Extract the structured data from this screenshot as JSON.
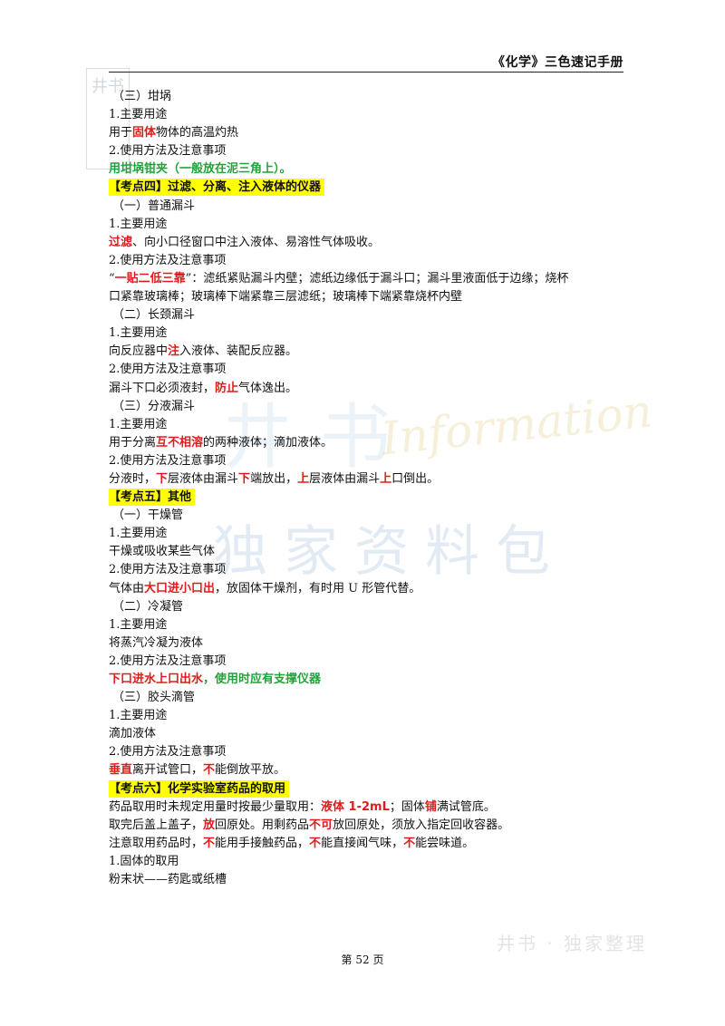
{
  "header": {
    "title": "《化学》三色速记手册"
  },
  "watermark": {
    "mark": "井书",
    "big_top": "井书",
    "script": "Information",
    "big": "独家资料包",
    "bottom": "井书 · 独家整理"
  },
  "content": {
    "crucible_title": "（三）坩埚",
    "crucible_use_h": "1.主要用途",
    "crucible_use_a": "用于",
    "crucible_use_b": "固体",
    "crucible_use_c": "物体的高温灼热",
    "crucible_method_h": "2.使用方法及注意事项",
    "crucible_method": "用坩埚钳夹（一般放在泥三角上）。",
    "k4_title": "【考点四】过滤、分离、注入液体的仪器",
    "funnel_title": "（一）普通漏斗",
    "funnel_use_h": "1.主要用途",
    "funnel_use_a": "过滤",
    "funnel_use_b": "、向小口径窗口中注入液体、易溶性气体吸收。",
    "funnel_method_h": "2.使用方法及注意事项",
    "funnel_m1_a": "“",
    "funnel_m1_b": "一贴二低三靠",
    "funnel_m1_c": "”：滤纸紧贴漏斗内壁；滤纸边缘低于漏斗口；漏斗里液面低于边缘；烧杯",
    "funnel_m2": "口紧靠玻璃棒；玻璃棒下端紧靠三层滤纸；玻璃棒下端紧靠烧杯内壁",
    "long_title": "（二）长颈漏斗",
    "long_use_h": "1.主要用途",
    "long_use_a": "向反应器中",
    "long_use_b": "注",
    "long_use_c": "入液体、装配反应器。",
    "long_method_h": "2.使用方法及注意事项",
    "long_m_a": "漏斗下口必须液封，",
    "long_m_b": "防止",
    "long_m_c": "气体逸出。",
    "sep_title": "（三）分液漏斗",
    "sep_use_h": "1.主要用途",
    "sep_use_a": "用于分离",
    "sep_use_b": "互不相溶",
    "sep_use_c": "的两种液体；滴加液体。",
    "sep_method_h": "2.使用方法及注意事项",
    "sep_m_a": "分液时，",
    "sep_m_b": "下",
    "sep_m_c": "层液体由漏斗",
    "sep_m_d": "下",
    "sep_m_e": "端放出，",
    "sep_m_f": "上",
    "sep_m_g": "层液体由漏斗",
    "sep_m_h": "上",
    "sep_m_i": "口倒出。",
    "k5_title": "【考点五】其他",
    "dry_title": "（一）干燥管",
    "dry_use_h": "1.主要用途",
    "dry_use": "干燥或吸收某些气体",
    "dry_method_h": "2.使用方法及注意事项",
    "dry_m_a": "气体由",
    "dry_m_b": "大口进小口出",
    "dry_m_c": "，放固体干燥剂，有时用 U 形管代替。",
    "cond_title": "（二）冷凝管",
    "cond_use_h": "1.主要用途",
    "cond_use": "将蒸汽冷凝为液体",
    "cond_method_h": "2.使用方法及注意事项",
    "cond_m_a": "下口进水上口出水",
    "cond_m_b": "，使用时应有支撑仪器",
    "drop_title": "（三）胶头滴管",
    "drop_use_h": "1.主要用途",
    "drop_use": "滴加液体",
    "drop_method_h": "2.使用方法及注意事项",
    "drop_m_a": "垂直",
    "drop_m_b": "离开试管口，",
    "drop_m_c": "不",
    "drop_m_d": "能倒放平放。",
    "k6_title": "【考点六】化学实验室药品的取用",
    "k6_l1_a": "药品取用时未规定用量时按最少量取用：",
    "k6_l1_b": "液体 1-2mL",
    "k6_l1_c": "；固体",
    "k6_l1_d": "铺",
    "k6_l1_e": "满试管底。",
    "k6_l2_a": "取完后盖上盖子，",
    "k6_l2_b": "放",
    "k6_l2_c": "回原处。用剩药品",
    "k6_l2_d": "不可",
    "k6_l2_e": "放回原处，须放入指定回收容器。",
    "k6_l3_a": "注意取用药品时，",
    "k6_l3_b": "不",
    "k6_l3_c": "能用手接触药品，",
    "k6_l3_d": "不",
    "k6_l3_e": "能直接闻气味，",
    "k6_l3_f": "不",
    "k6_l3_g": "能尝味道。",
    "solid_h": "1.固体的取用",
    "solid_powder": "粉末状——药匙或纸槽"
  },
  "footer": {
    "page": "第 52 页"
  },
  "colors": {
    "emphasis_red": "#e11b1b",
    "emphasis_green": "#1fa33a",
    "highlight": "#ffff00"
  }
}
